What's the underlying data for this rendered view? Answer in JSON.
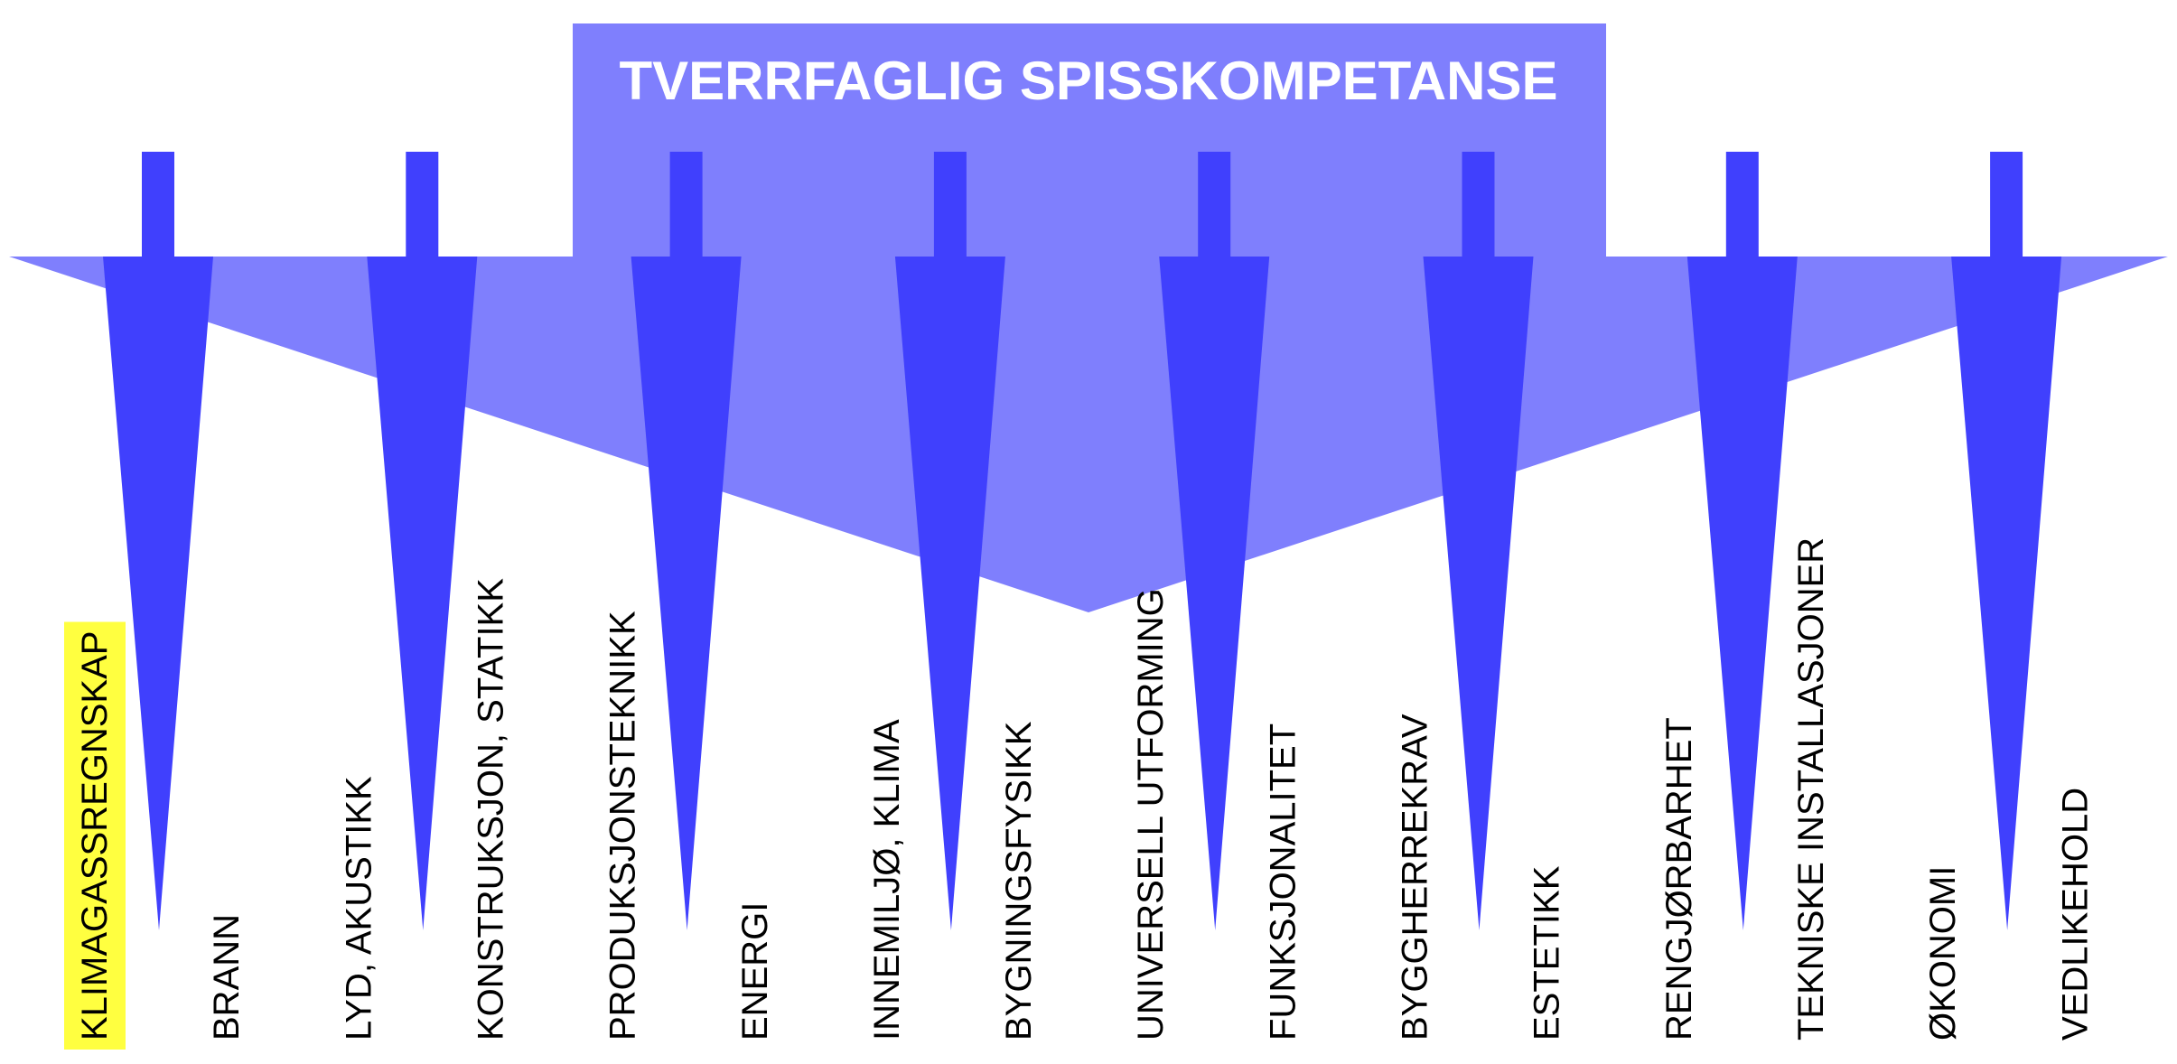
{
  "title": "TVERRFAGLIG SPISSKOMPETANSE",
  "colors": {
    "header_box": "#7f7ffd",
    "spike": "#4040fd",
    "highlight": "#ffff40",
    "label": "#000000",
    "title": "#ffffff"
  },
  "spike_count": 8,
  "labels": [
    {
      "text": "KLIMAGASSREGNSKAP",
      "highlighted": true
    },
    {
      "text": "BRANN",
      "highlighted": false
    },
    {
      "text": "LYD, AKUSTIKK",
      "highlighted": false
    },
    {
      "text": "KONSTRUKSJON, STATIKK",
      "highlighted": false
    },
    {
      "text": "PRODUKSJONSTEKNIKK",
      "highlighted": false
    },
    {
      "text": "ENERGI",
      "highlighted": false
    },
    {
      "text": "INNEMILJØ, KLIMA",
      "highlighted": false
    },
    {
      "text": "BYGNINGSFYSIKK",
      "highlighted": false
    },
    {
      "text": "UNIVERSELL UTFORMING",
      "highlighted": false
    },
    {
      "text": "FUNKSJONALITET",
      "highlighted": false
    },
    {
      "text": "BYGGHERREKRAV",
      "highlighted": false
    },
    {
      "text": "ESTETIKK",
      "highlighted": false
    },
    {
      "text": "RENGJØRBARHET",
      "highlighted": false
    },
    {
      "text": "TEKNISKE INSTALLASJONER",
      "highlighted": false
    },
    {
      "text": "ØKONOMI",
      "highlighted": false
    },
    {
      "text": "VEDLIKEHOLD",
      "highlighted": false
    }
  ]
}
